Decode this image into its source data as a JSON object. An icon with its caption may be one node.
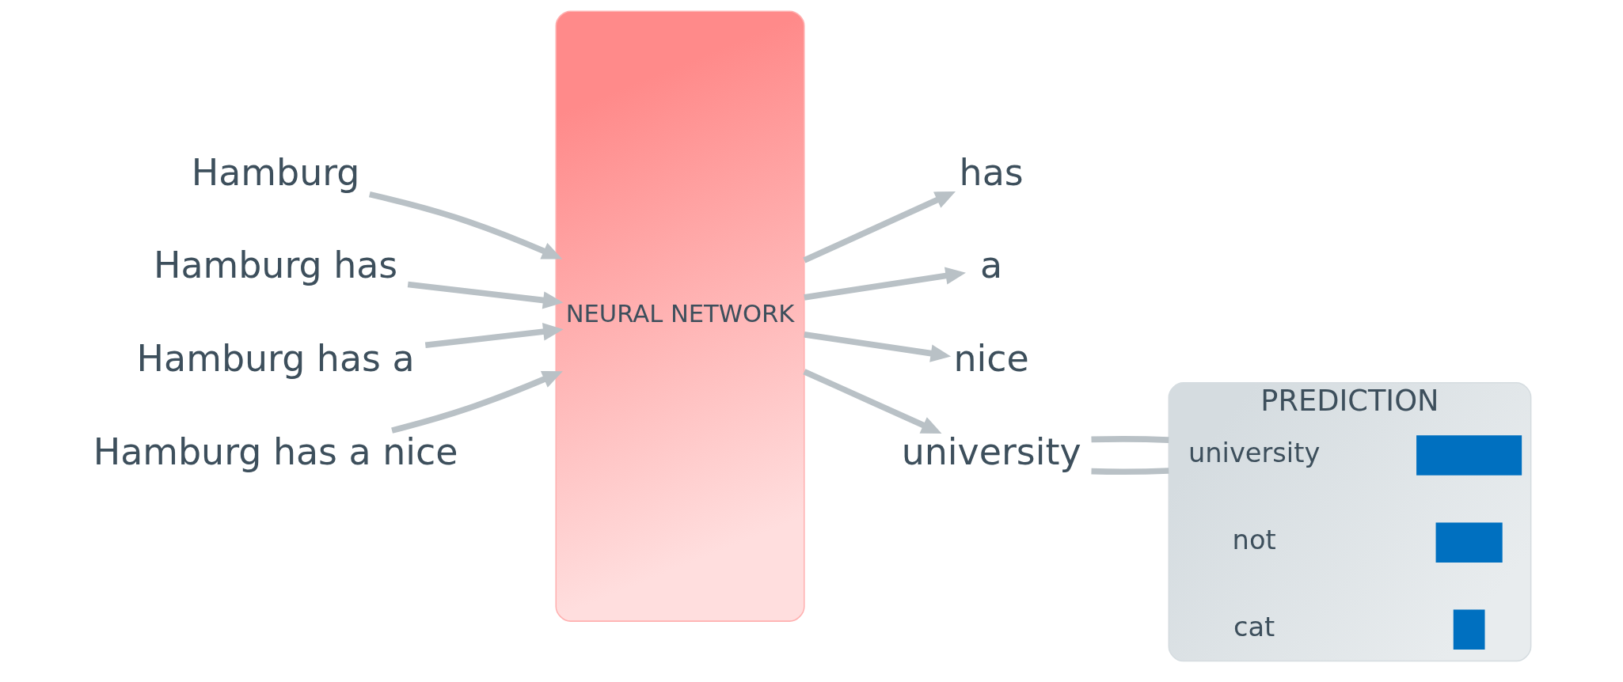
{
  "diagram": {
    "nodes": [
      {
        "text": [
          "Hamburg"
        ]
      },
      {
        "text": [
          "Hamburg has"
        ]
      },
      {
        "text": [
          "Hamburg has a"
        ]
      },
      {
        "text": [
          "Hamburg has a nice"
        ]
      },
      {
        "text": [
          "NEURAL NETWORK"
        ]
      },
      {
        "text": [
          "has"
        ]
      },
      {
        "text": [
          "a"
        ]
      },
      {
        "text": [
          "nice"
        ]
      },
      {
        "text": [
          "university"
        ]
      },
      {
        "text": [
          "PREDICTION"
        ]
      },
      {
        "text": [
          "university"
        ],
        "in": 9
      },
      {
        "text": [
          "not"
        ],
        "in": 9
      },
      {
        "text": [
          "cat"
        ],
        "in": 9
      },
      {
        "text": [],
        "shape": "bar",
        "in": 9
      },
      {
        "text": [],
        "shape": "bar",
        "in": 9
      },
      {
        "text": [],
        "shape": "bar",
        "in": 9
      }
    ],
    "edges": [
      {
        "from": 0,
        "to": 4,
        "arrow": "to"
      },
      {
        "from": 1,
        "to": 4,
        "arrow": "to"
      },
      {
        "from": 2,
        "to": 4,
        "arrow": "to"
      },
      {
        "from": 3,
        "to": 4,
        "arrow": "to"
      },
      {
        "from": 4,
        "to": 5,
        "arrow": "to"
      },
      {
        "from": 4,
        "to": 6,
        "arrow": "to"
      },
      {
        "from": 4,
        "to": 7,
        "arrow": "to"
      },
      {
        "from": 4,
        "to": 8,
        "arrow": "to"
      },
      {
        "from": 8,
        "to": 9,
        "arrow": "none"
      },
      {
        "from": 8,
        "to": 9,
        "arrow": "none"
      }
    ]
  }
}
